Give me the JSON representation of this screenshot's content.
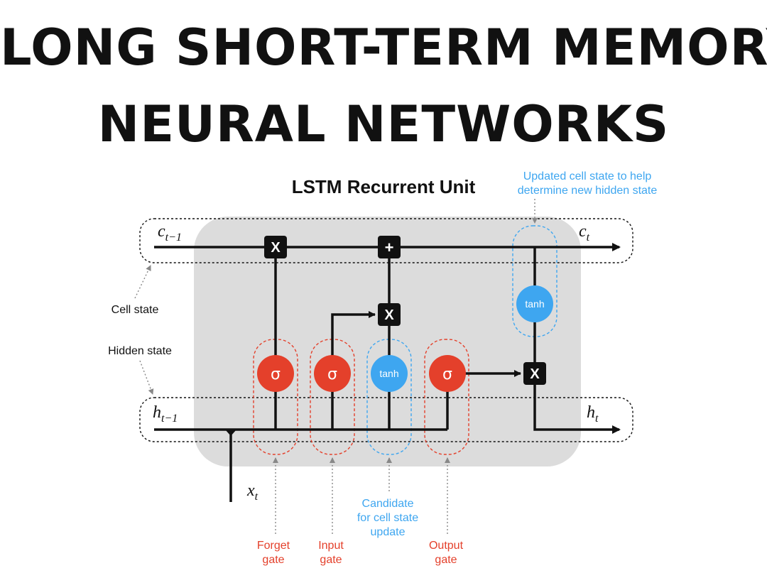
{
  "title": {
    "line1": "LONG SHORT-TERM MEMORY",
    "line2": "NEURAL NETWORKS"
  },
  "diagram": {
    "heading": "LSTM Recurrent Unit",
    "colors": {
      "sigma": "#e4402b",
      "tanh": "#3ea6f0",
      "gate_outline": "#e4402b",
      "blue_outline": "#3ea6f0",
      "unit_bg": "#dcdcdc",
      "op_box": "#111111"
    },
    "inputs": {
      "c_prev": {
        "base": "c",
        "sub": "t−1"
      },
      "c_next": {
        "base": "c",
        "sub": "t"
      },
      "h_prev": {
        "base": "h",
        "sub": "t−1"
      },
      "h_next": {
        "base": "h",
        "sub": "t"
      },
      "x": {
        "base": "x",
        "sub": "t"
      }
    },
    "operators": {
      "forget_mult": "X",
      "cell_add": "+",
      "input_mult": "X",
      "output_mult": "X"
    },
    "activations": {
      "forget": "σ",
      "input": "σ",
      "candidate": "tanh",
      "output": "σ",
      "cell_tanh": "tanh"
    },
    "side_labels": {
      "cell_state": "Cell state",
      "hidden_state": "Hidden state"
    },
    "annotations": {
      "updated_cell_line1": "Updated cell state to help",
      "updated_cell_line2": "determine new hidden state",
      "candidate_line1": "Candidate",
      "candidate_line2": "for cell state",
      "candidate_line3": "update",
      "forget_line1": "Forget",
      "forget_line2": "gate",
      "input_line1": "Input",
      "input_line2": "gate",
      "output_line1": "Output",
      "output_line2": "gate"
    }
  }
}
